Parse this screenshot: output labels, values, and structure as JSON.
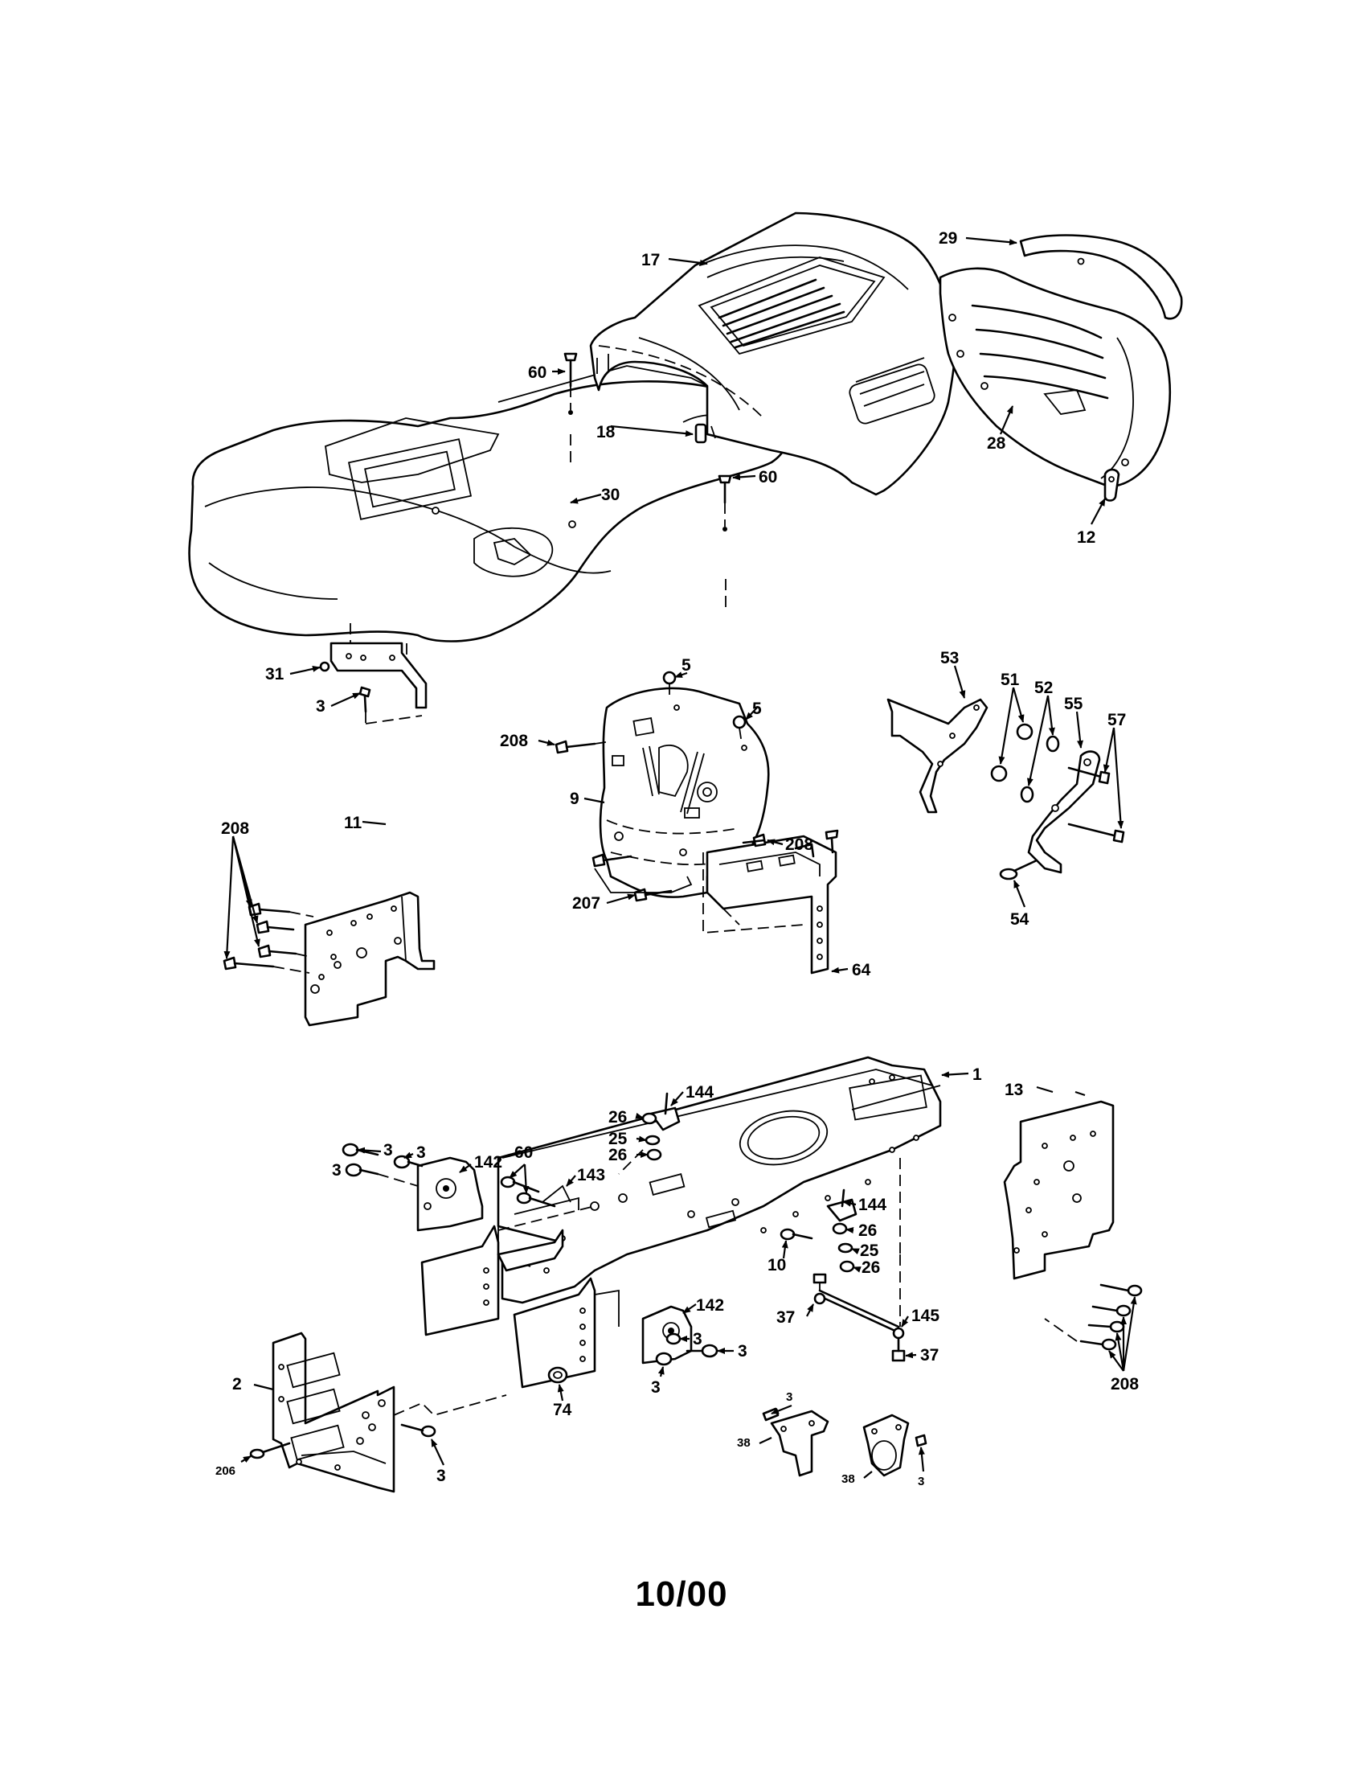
{
  "callouts": {
    "c17": "17",
    "c29": "29",
    "c60a": "60",
    "c18": "18",
    "c60b": "60",
    "c30": "30",
    "c28": "28",
    "c12": "12",
    "c31": "31",
    "c3a": "3",
    "c5a": "5",
    "c5b": "5",
    "c208a": "208",
    "c9": "9",
    "c53": "53",
    "c51": "51",
    "c52": "52",
    "c55": "55",
    "c57": "57",
    "c54": "54",
    "c208b": "208",
    "c11": "11",
    "c208c": "208",
    "c207": "207",
    "c64": "64",
    "c144a": "144",
    "c1": "1",
    "c13": "13",
    "c26a": "26",
    "c25a": "25",
    "c26b": "26",
    "c3b": "3",
    "c3c": "3",
    "c3d": "3",
    "c142a": "142",
    "c60c": "60",
    "c143": "143",
    "c144b": "144",
    "c26c": "26",
    "c10": "10",
    "c25b": "25",
    "c26d": "26",
    "c142b": "142",
    "c37a": "37",
    "c145": "145",
    "c37b": "37",
    "c3e": "3",
    "c3f": "3",
    "c3g": "3",
    "c74": "74",
    "c2": "2",
    "c3h": "3",
    "c206": "206",
    "c3i": "3",
    "c38a": "38",
    "c38b": "38",
    "c3j": "3",
    "c208d": "208"
  },
  "footer": {
    "date": "10/00"
  }
}
